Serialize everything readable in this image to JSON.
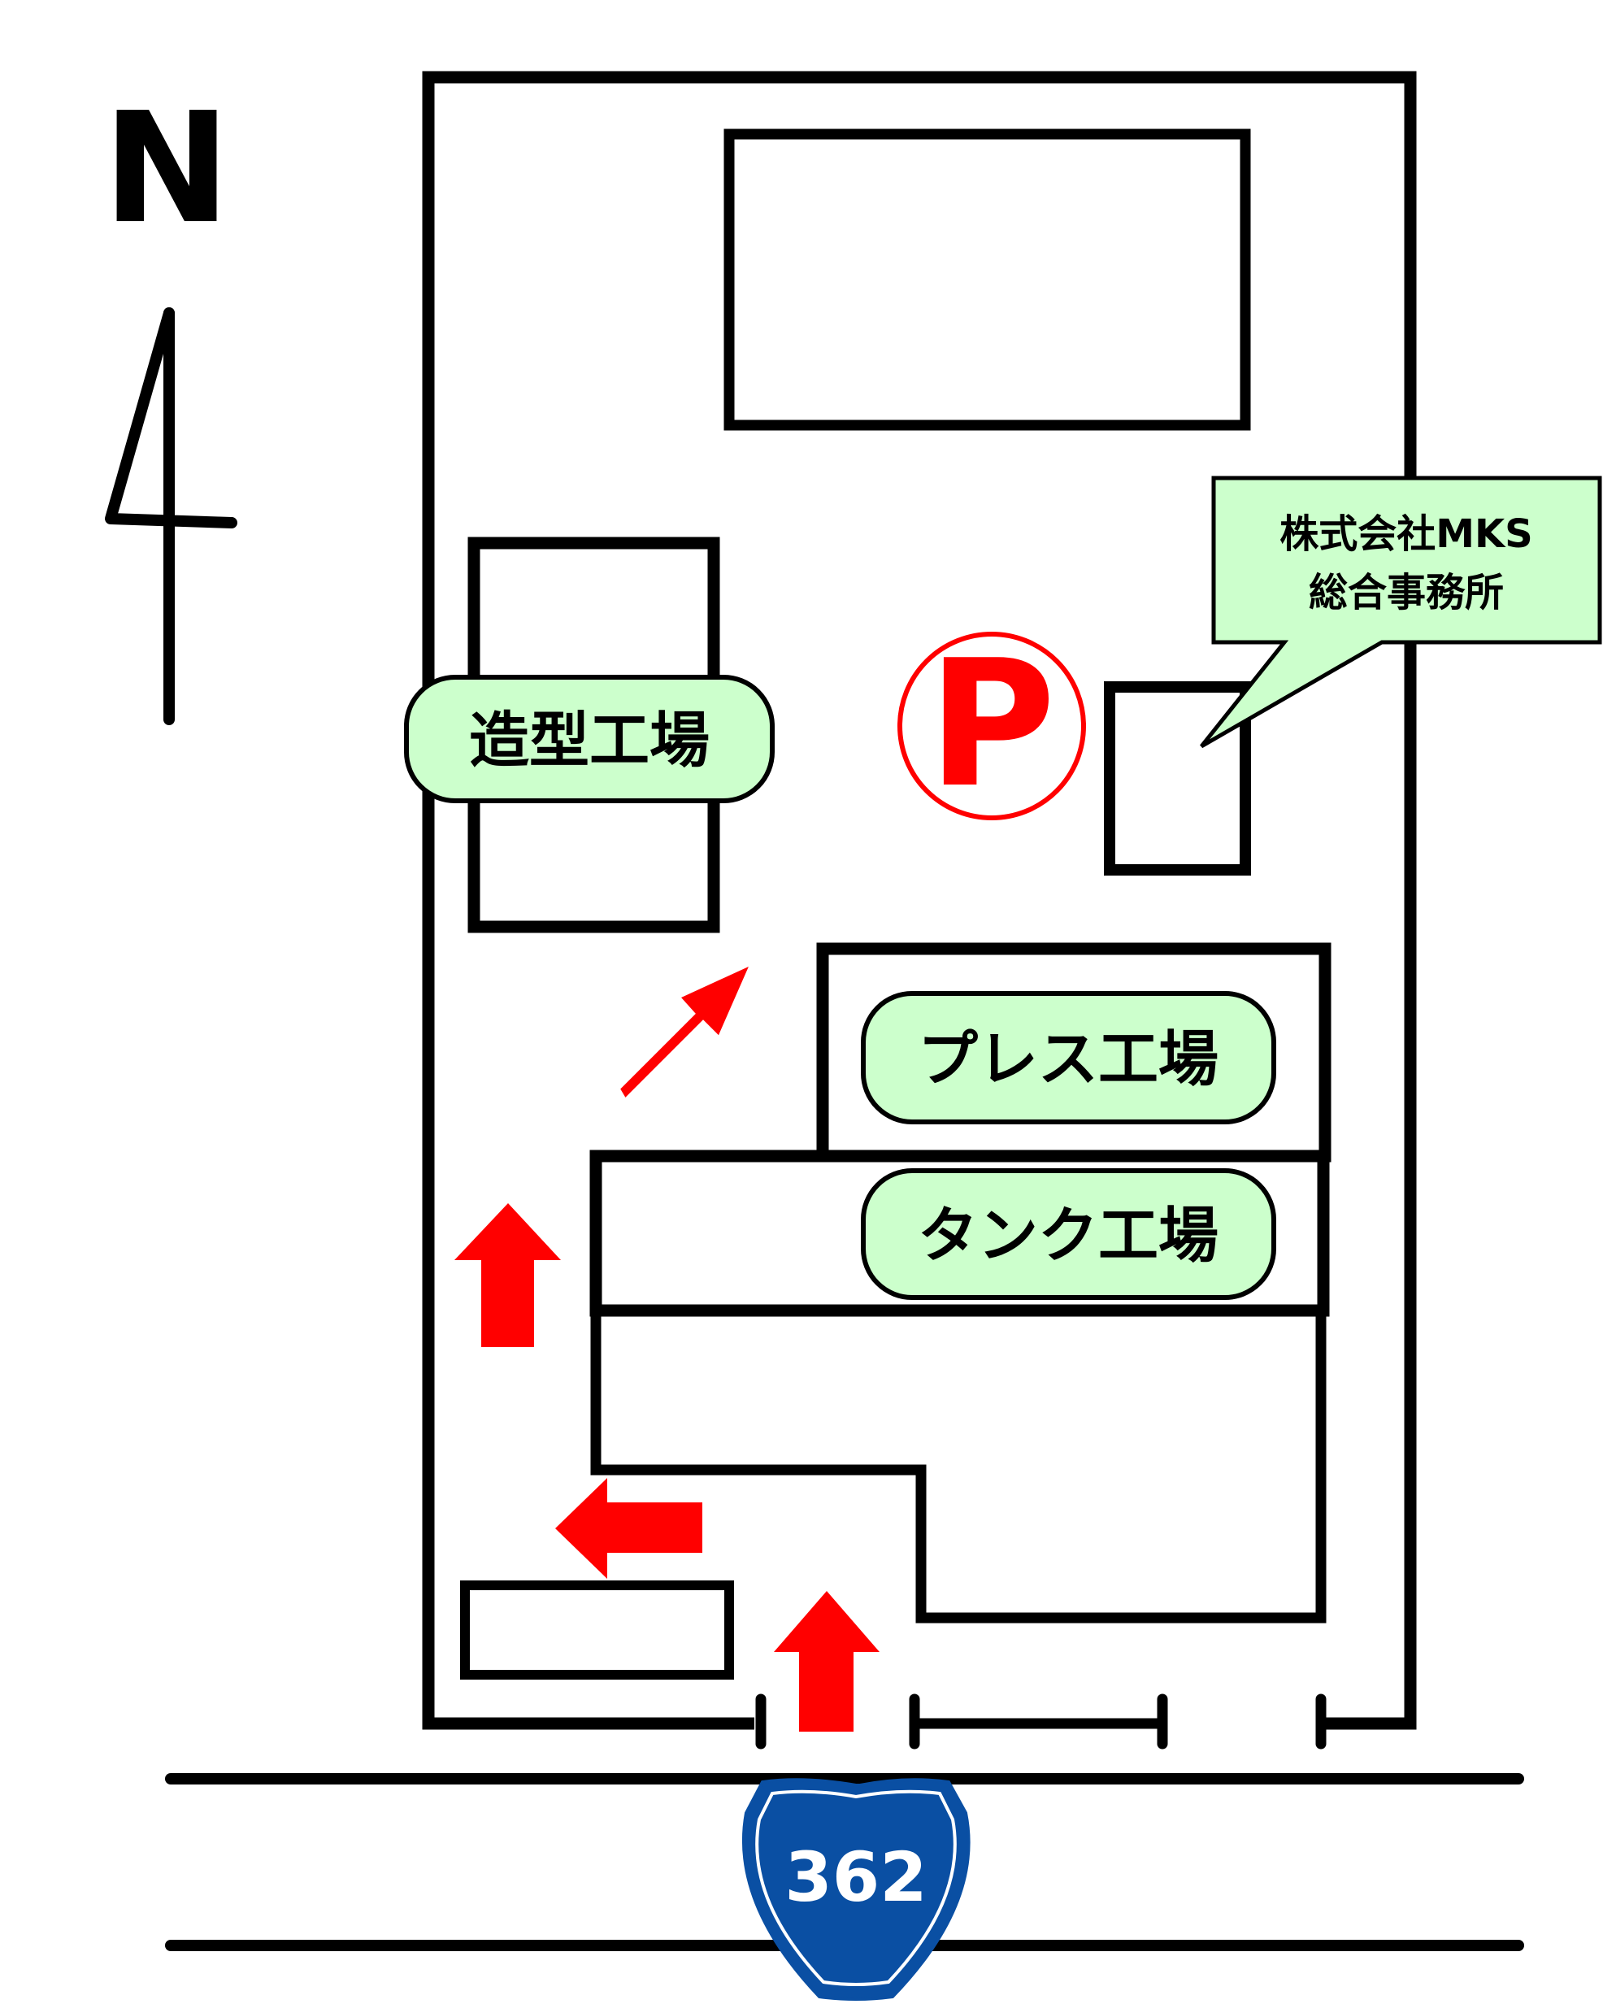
{
  "compass": {
    "label": "N"
  },
  "buildings": {
    "casting_factory": "造型工場",
    "press_factory": "プレス工場",
    "tank_factory": "タンク工場"
  },
  "office_callout": {
    "line1": "株式会社MKS",
    "line2": "総合事務所"
  },
  "parking": {
    "label": "P"
  },
  "route": {
    "number": "362"
  },
  "colors": {
    "label_fill": "#ccffcc",
    "arrow": "#ff0000",
    "route_shield": "#0a4fa3",
    "outline": "#000000"
  },
  "icons": [
    "north-arrow-icon",
    "parking-icon",
    "direction-arrow-icon",
    "route-shield-icon"
  ]
}
